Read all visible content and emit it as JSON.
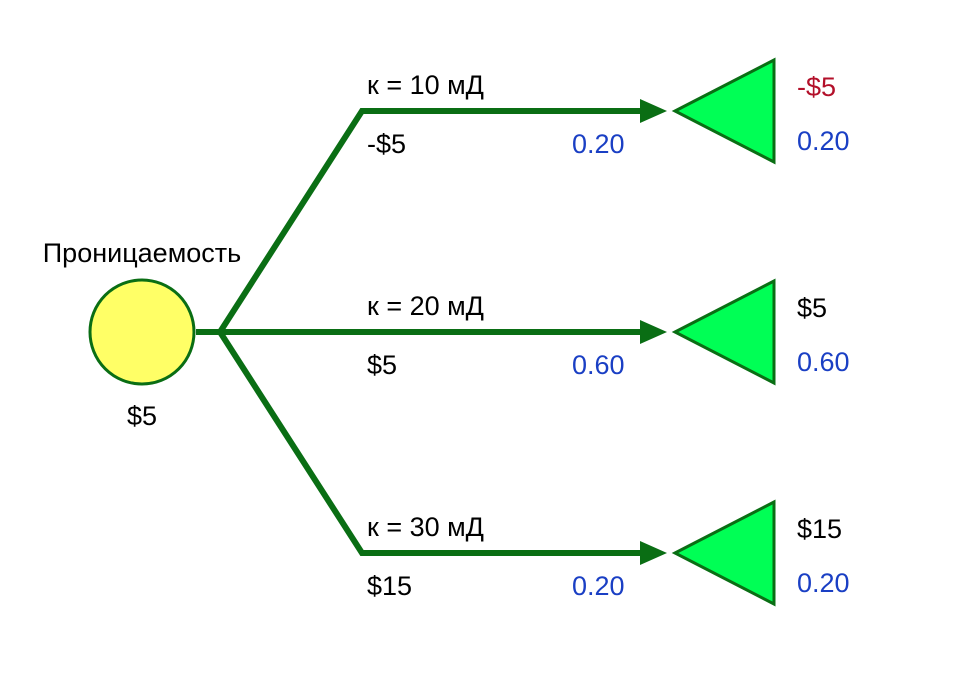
{
  "colors": {
    "branch": "#0a6e14",
    "chance_node_fill": "#ffff66",
    "chance_node_stroke": "#0a6e14",
    "terminal_fill": "#00ff55",
    "probability_text": "#1a3fc4",
    "negative_value_text": "#b3102a",
    "text": "#000000"
  },
  "root": {
    "title": "Проницаемость",
    "value": "$5"
  },
  "branches": [
    {
      "label": "к = 10 мД",
      "payoff": "-$5",
      "probability": "0.20",
      "terminal_value": "-$5",
      "terminal_probability": "0.20",
      "negative": true
    },
    {
      "label": "к = 20 мД",
      "payoff": "$5",
      "probability": "0.60",
      "terminal_value": "$5",
      "terminal_probability": "0.60",
      "negative": false
    },
    {
      "label": "к = 30 мД",
      "payoff": "$15",
      "probability": "0.20",
      "terminal_value": "$15",
      "terminal_probability": "0.20",
      "negative": false
    }
  ]
}
